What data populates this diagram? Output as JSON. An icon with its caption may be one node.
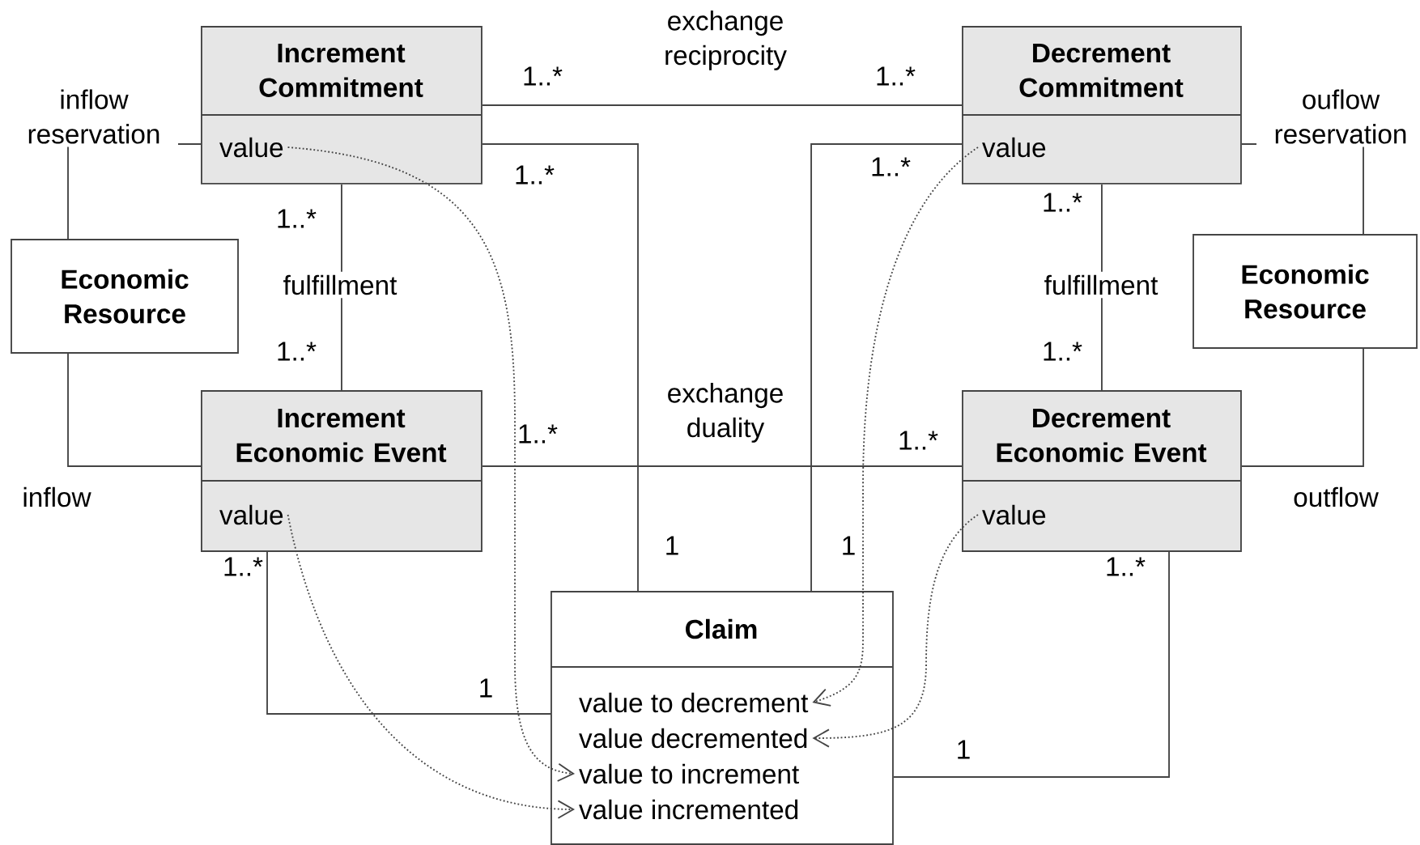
{
  "diagram": {
    "nodes": [
      {
        "text": [
          "Increment Commitment"
        ]
      },
      {
        "text": [
          "value"
        ],
        "in": 0
      },
      {
        "text": [
          "Decrement Commitment"
        ]
      },
      {
        "text": [
          "value"
        ],
        "in": 2
      },
      {
        "text": [
          "Economic Resource"
        ]
      },
      {
        "text": [
          "Economic Resource"
        ]
      },
      {
        "text": [
          "Increment Economic Event"
        ]
      },
      {
        "text": [
          "value"
        ],
        "in": 6
      },
      {
        "text": [
          "Decrement Economic Event"
        ]
      },
      {
        "text": [
          "value"
        ],
        "in": 8
      },
      {
        "text": [
          "Claim"
        ]
      },
      {
        "text": [
          "value to decrement"
        ],
        "in": 10
      },
      {
        "text": [
          "value decremented"
        ],
        "in": 10
      },
      {
        "text": [
          "value to increment"
        ],
        "in": 10
      },
      {
        "text": [
          "value incremented"
        ],
        "in": 10
      }
    ],
    "edges": [
      {
        "from": 0,
        "to": 2,
        "arrow": "none",
        "label": "exchange reciprocity"
      },
      {
        "from": 4,
        "to": 0,
        "arrow": "none",
        "label": "inflow reservation"
      },
      {
        "from": 0,
        "to": 6,
        "arrow": "none",
        "label": "fulfillment"
      },
      {
        "from": 2,
        "to": 8,
        "arrow": "none",
        "label": "fulfillment"
      },
      {
        "from": 4,
        "to": 6,
        "arrow": "none",
        "label": "inflow"
      },
      {
        "from": 2,
        "to": 5,
        "arrow": "none",
        "label": "ouflow reservation"
      },
      {
        "from": 5,
        "to": 8,
        "arrow": "none",
        "label": "outflow"
      },
      {
        "from": 6,
        "to": 8,
        "arrow": "none",
        "label": "exchange duality"
      },
      {
        "from": 0,
        "to": 10,
        "arrow": "none"
      },
      {
        "from": 2,
        "to": 10,
        "arrow": "none"
      },
      {
        "from": 6,
        "to": 10,
        "arrow": "none"
      },
      {
        "from": 8,
        "to": 10,
        "arrow": "none"
      },
      {
        "from": 1,
        "to": 13,
        "arrow": "to",
        "style": "dashed"
      },
      {
        "from": 3,
        "to": 11,
        "arrow": "to",
        "style": "dashed"
      },
      {
        "from": 7,
        "to": 14,
        "arrow": "to",
        "style": "dashed"
      },
      {
        "from": 9,
        "to": 12,
        "arrow": "to",
        "style": "dashed"
      }
    ],
    "labels": [
      "1..*",
      "1..*",
      "1..*",
      "1..*",
      "1..*",
      "1..*",
      "1..*",
      "1..*",
      "1..*",
      "1..*",
      "1",
      "1",
      "1..*",
      "1..*",
      "1",
      "1"
    ]
  }
}
